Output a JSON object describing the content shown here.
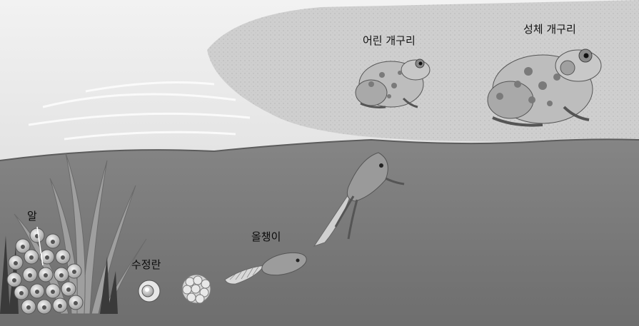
{
  "labels": {
    "young_frog": "어린 개구리",
    "adult_frog": "성체 개구리",
    "egg": "알",
    "fertilized_egg": "수정란",
    "tadpole": "올챙이"
  },
  "colors": {
    "sky": "#e6e6e6",
    "shore": "#cfcfcf",
    "water": "#7d7d7d",
    "water_dark": "#6c6c6c",
    "frog_body": "#b8b8b8",
    "frog_spot": "#7a7a7a",
    "egg": "#d9d9d9"
  }
}
